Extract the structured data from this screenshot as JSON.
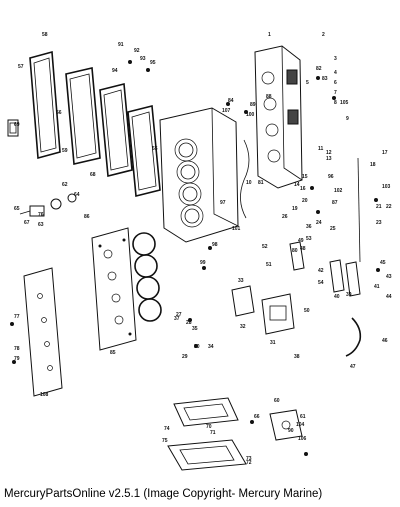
{
  "caption": "MercuryPartsOnline v2.5.1 (Image Copyright- Mercury Marine)",
  "callouts": [
    {
      "id": "c1",
      "text": "1"
    },
    {
      "id": "c2",
      "text": "2"
    },
    {
      "id": "c3",
      "text": "3"
    },
    {
      "id": "c4",
      "text": "4"
    },
    {
      "id": "c5",
      "text": "5"
    },
    {
      "id": "c6",
      "text": "6"
    },
    {
      "id": "c7",
      "text": "7"
    },
    {
      "id": "c8",
      "text": "8"
    },
    {
      "id": "c9",
      "text": "9"
    },
    {
      "id": "c10",
      "text": "10"
    },
    {
      "id": "c11",
      "text": "11"
    },
    {
      "id": "c12",
      "text": "12"
    },
    {
      "id": "c13",
      "text": "13"
    },
    {
      "id": "c14",
      "text": "14"
    },
    {
      "id": "c15",
      "text": "15"
    },
    {
      "id": "c16",
      "text": "16"
    },
    {
      "id": "c17",
      "text": "17"
    },
    {
      "id": "c18",
      "text": "18"
    },
    {
      "id": "c19",
      "text": "19"
    },
    {
      "id": "c20",
      "text": "20"
    },
    {
      "id": "c21",
      "text": "21"
    },
    {
      "id": "c22",
      "text": "22"
    },
    {
      "id": "c23",
      "text": "23"
    },
    {
      "id": "c24",
      "text": "24"
    },
    {
      "id": "c25",
      "text": "25"
    },
    {
      "id": "c26",
      "text": "26"
    },
    {
      "id": "c27",
      "text": "27"
    },
    {
      "id": "c28",
      "text": "28"
    },
    {
      "id": "c29",
      "text": "29"
    },
    {
      "id": "c30",
      "text": "30"
    },
    {
      "id": "c31",
      "text": "31"
    },
    {
      "id": "c32",
      "text": "32"
    },
    {
      "id": "c33",
      "text": "33"
    },
    {
      "id": "c34",
      "text": "34"
    },
    {
      "id": "c35",
      "text": "35"
    },
    {
      "id": "c36",
      "text": "36"
    },
    {
      "id": "c37",
      "text": "37"
    },
    {
      "id": "c38",
      "text": "38"
    },
    {
      "id": "c39",
      "text": "39"
    },
    {
      "id": "c40",
      "text": "40"
    },
    {
      "id": "c41",
      "text": "41"
    },
    {
      "id": "c42",
      "text": "42"
    },
    {
      "id": "c43",
      "text": "43"
    },
    {
      "id": "c44",
      "text": "44"
    },
    {
      "id": "c45",
      "text": "45"
    },
    {
      "id": "c46",
      "text": "46"
    },
    {
      "id": "c47",
      "text": "47"
    },
    {
      "id": "c48",
      "text": "48"
    },
    {
      "id": "c49",
      "text": "49"
    },
    {
      "id": "c50",
      "text": "50"
    },
    {
      "id": "c51",
      "text": "51"
    },
    {
      "id": "c52",
      "text": "52"
    },
    {
      "id": "c53",
      "text": "53"
    },
    {
      "id": "c54",
      "text": "54"
    },
    {
      "id": "c55",
      "text": "55"
    },
    {
      "id": "c56",
      "text": "56"
    },
    {
      "id": "c57",
      "text": "57"
    },
    {
      "id": "c58",
      "text": "58"
    },
    {
      "id": "c59",
      "text": "59"
    },
    {
      "id": "c60",
      "text": "60"
    },
    {
      "id": "c61",
      "text": "61"
    },
    {
      "id": "c62",
      "text": "62"
    },
    {
      "id": "c63",
      "text": "63"
    },
    {
      "id": "c64",
      "text": "64"
    },
    {
      "id": "c65",
      "text": "65"
    },
    {
      "id": "c66",
      "text": "66"
    },
    {
      "id": "c67",
      "text": "67"
    },
    {
      "id": "c68",
      "text": "68"
    },
    {
      "id": "c69",
      "text": "69"
    },
    {
      "id": "c70",
      "text": "70"
    },
    {
      "id": "c71",
      "text": "71"
    },
    {
      "id": "c72",
      "text": "72"
    },
    {
      "id": "c73",
      "text": "73"
    },
    {
      "id": "c74",
      "text": "74"
    },
    {
      "id": "c75",
      "text": "75"
    },
    {
      "id": "c76",
      "text": "76"
    },
    {
      "id": "c77",
      "text": "77"
    },
    {
      "id": "c78",
      "text": "78"
    },
    {
      "id": "c79",
      "text": "79"
    },
    {
      "id": "c80",
      "text": "80"
    },
    {
      "id": "c81",
      "text": "81"
    },
    {
      "id": "c82",
      "text": "82"
    },
    {
      "id": "c83",
      "text": "83"
    },
    {
      "id": "c84",
      "text": "84"
    },
    {
      "id": "c85",
      "text": "85"
    },
    {
      "id": "c86",
      "text": "86"
    },
    {
      "id": "c87",
      "text": "87"
    },
    {
      "id": "c88",
      "text": "88"
    },
    {
      "id": "c89",
      "text": "89"
    },
    {
      "id": "c90",
      "text": "90"
    },
    {
      "id": "c91",
      "text": "91"
    },
    {
      "id": "c92",
      "text": "92"
    },
    {
      "id": "c93",
      "text": "93"
    },
    {
      "id": "c94",
      "text": "94"
    },
    {
      "id": "c95",
      "text": "95"
    },
    {
      "id": "c96",
      "text": "96"
    },
    {
      "id": "c97",
      "text": "97"
    },
    {
      "id": "c98",
      "text": "98"
    },
    {
      "id": "c99",
      "text": "99"
    },
    {
      "id": "c100",
      "text": "100"
    },
    {
      "id": "c101",
      "text": "101"
    },
    {
      "id": "c102",
      "text": "102"
    },
    {
      "id": "c103",
      "text": "103"
    },
    {
      "id": "c104",
      "text": "104"
    },
    {
      "id": "c105",
      "text": "105"
    },
    {
      "id": "c106",
      "text": "106"
    },
    {
      "id": "c107",
      "text": "107"
    },
    {
      "id": "c108",
      "text": "108"
    }
  ]
}
